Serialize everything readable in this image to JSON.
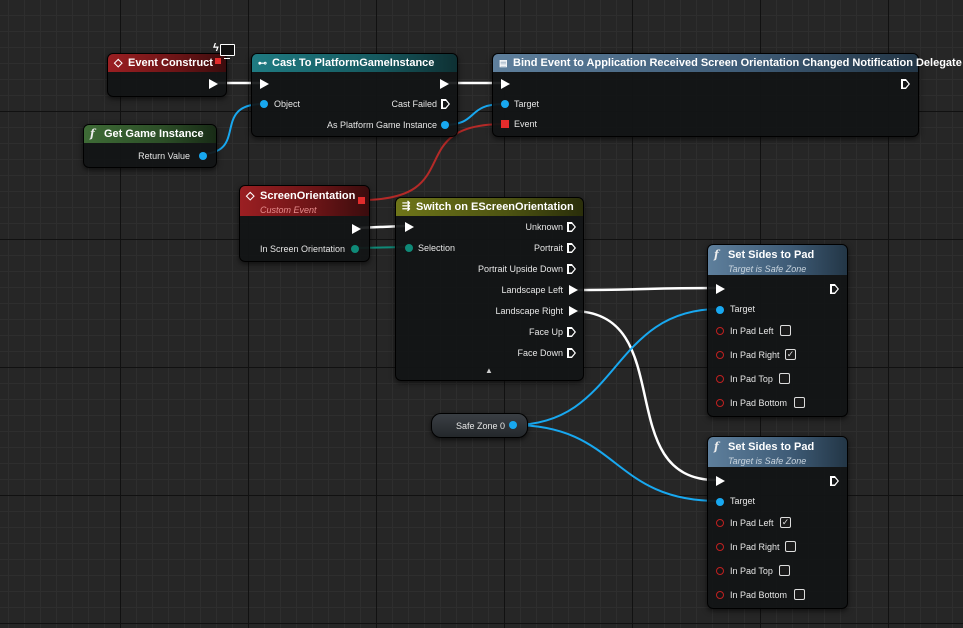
{
  "event_construct": {
    "title": "Event Construct",
    "icon": "event-diamond-icon"
  },
  "get_game_instance": {
    "title": "Get Game Instance",
    "return_label": "Return Value"
  },
  "cast_node": {
    "title": "Cast To PlatformGameInstance",
    "object_label": "Object",
    "cast_failed_label": "Cast Failed",
    "as_label": "As Platform Game Instance"
  },
  "bind_node": {
    "title": "Bind Event to Application Received Screen Orientation Changed Notification Delegate",
    "target_label": "Target",
    "event_label": "Event"
  },
  "screen_orientation": {
    "title": "ScreenOrientation",
    "subtitle": "Custom Event",
    "param_label": "In Screen Orientation"
  },
  "switch_node": {
    "title": "Switch on EScreenOrientation",
    "selection_label": "Selection",
    "outputs": [
      "Unknown",
      "Portrait",
      "Portrait Upside Down",
      "Landscape Left",
      "Landscape Right",
      "Face Up",
      "Face Down"
    ]
  },
  "safe_zone_var": {
    "label": "Safe Zone 0"
  },
  "set_sides_1": {
    "title": "Set Sides to Pad",
    "subtitle": "Target is Safe Zone",
    "target_label": "Target",
    "rows": [
      {
        "label": "In Pad Left",
        "checked": false
      },
      {
        "label": "In Pad Right",
        "checked": true
      },
      {
        "label": "In Pad Top",
        "checked": false
      },
      {
        "label": "In Pad Bottom",
        "checked": false
      }
    ]
  },
  "set_sides_2": {
    "title": "Set Sides to Pad",
    "subtitle": "Target is Safe Zone",
    "target_label": "Target",
    "rows": [
      {
        "label": "In Pad Left",
        "checked": true
      },
      {
        "label": "In Pad Right",
        "checked": false
      },
      {
        "label": "In Pad Top",
        "checked": false
      },
      {
        "label": "In Pad Bottom",
        "checked": false
      }
    ]
  },
  "colors": {
    "exec": "#ffffff",
    "object_pin": "#18a8f0",
    "enum_pin": "#0f8a78",
    "delegate_pin": "#e22c2c",
    "bool_pin": "#c02020"
  }
}
